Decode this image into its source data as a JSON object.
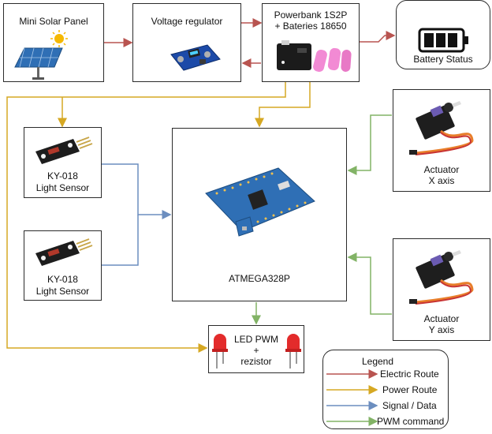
{
  "nodes": {
    "solar": {
      "label": "Mini Solar Panel"
    },
    "regulator": {
      "label": "Voltage regulator"
    },
    "powerbank": {
      "line1": "Powerbank 1S2P",
      "line2": "+ Bateries 18650"
    },
    "battery": {
      "label": "Battery Status"
    },
    "sensor1": {
      "line1": "KY-018",
      "line2": "Light Sensor"
    },
    "sensor2": {
      "line1": "KY-018",
      "line2": "Light Sensor"
    },
    "mcu": {
      "label": "ATMEGA328P"
    },
    "actuator_x": {
      "line1": "Actuator",
      "line2": "X axis"
    },
    "actuator_y": {
      "line1": "Actuator",
      "line2": "Y axis"
    },
    "led": {
      "line1": "LED PWM",
      "line2": "+",
      "line3": "rezistor"
    }
  },
  "legend": {
    "title": "Legend",
    "items": [
      {
        "label": "Electric Route",
        "color": "#b85450"
      },
      {
        "label": "Power Route",
        "color": "#d6a823"
      },
      {
        "label": "Signal / Data",
        "color": "#6c8ebf"
      },
      {
        "label": "PWM command",
        "color": "#82b366"
      }
    ]
  },
  "colors": {
    "electric": "#b85450",
    "power": "#d6a823",
    "signal": "#6c8ebf",
    "pwm": "#82b366"
  }
}
